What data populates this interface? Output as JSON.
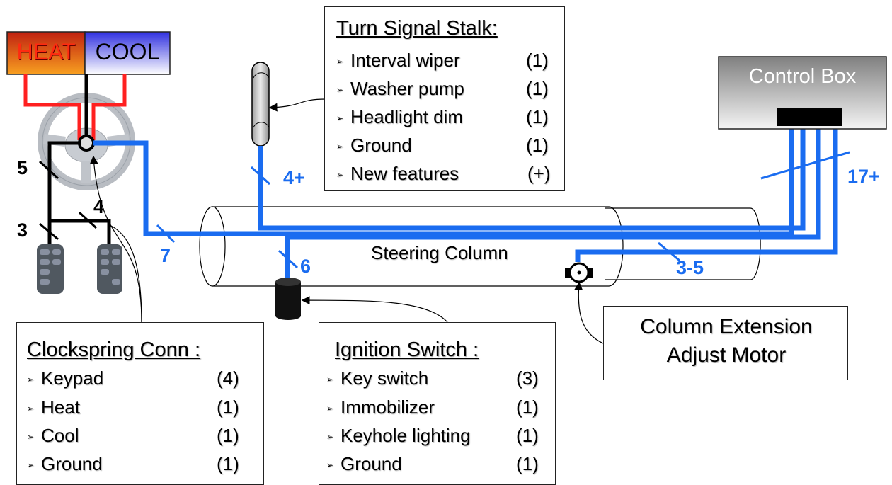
{
  "hvac": {
    "heat": "HEAT",
    "cool": "COOL"
  },
  "control_box": {
    "label": "Control Box"
  },
  "steering_column": {
    "label": "Steering Column"
  },
  "motor_box": {
    "line1": "Column Extension",
    "line2": "Adjust Motor"
  },
  "turn_signal": {
    "title": "Turn Signal Stalk:",
    "items": [
      {
        "label": "Interval wiper",
        "count": "(1)"
      },
      {
        "label": "Washer pump",
        "count": "(1)"
      },
      {
        "label": "Headlight dim",
        "count": "(1)"
      },
      {
        "label": "Ground",
        "count": "(1)"
      },
      {
        "label": "New features",
        "count": "(+)"
      }
    ]
  },
  "clockspring": {
    "title": "Clockspring Conn :",
    "items": [
      {
        "label": "Keypad",
        "count": "(4)"
      },
      {
        "label": "Heat",
        "count": "(1)"
      },
      {
        "label": "Cool",
        "count": "(1)"
      },
      {
        "label": "Ground",
        "count": "(1)"
      }
    ]
  },
  "ignition": {
    "title": "Ignition Switch :",
    "items": [
      {
        "label": "Key switch",
        "count": "(3)"
      },
      {
        "label": "Immobilizer",
        "count": "(1)"
      },
      {
        "label": "Keyhole lighting",
        "count": "(1)"
      },
      {
        "label": "Ground",
        "count": "(1)"
      }
    ]
  },
  "wire_counts": {
    "five": "5",
    "four_black": "4",
    "three": "3",
    "seven": "7",
    "four_plus": "4+",
    "six": "6",
    "three_five": "3-5",
    "seventeen_plus": "17+"
  },
  "colors": {
    "wire_blue": "#1a6cf0",
    "heat_red": "#ff2020",
    "cool_blue": "#5050ff"
  }
}
